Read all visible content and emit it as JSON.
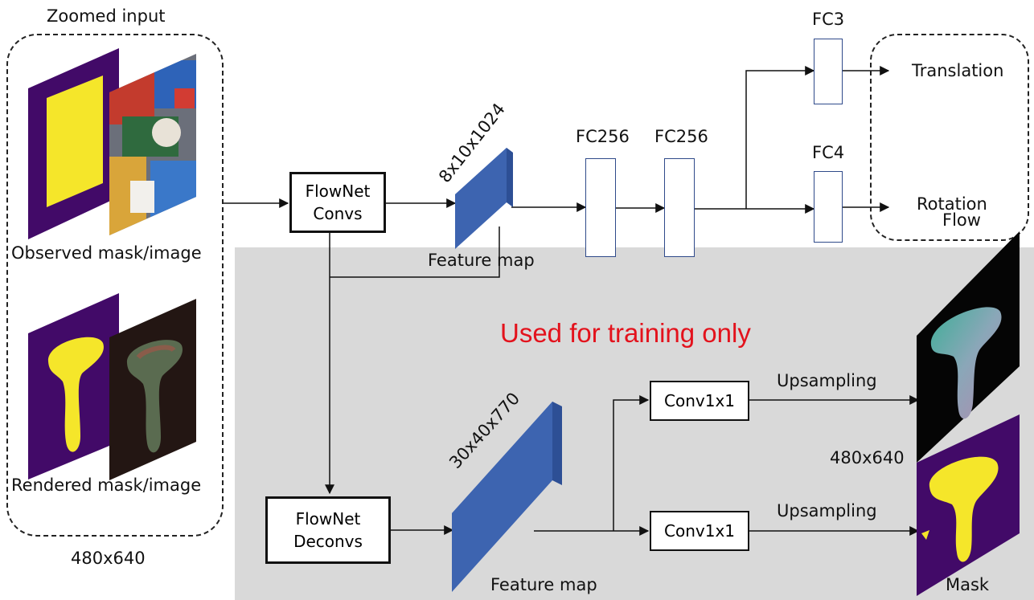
{
  "input": {
    "title": "Zoomed input",
    "observed_label": "Observed mask/image",
    "rendered_label": "Rendered mask/image",
    "resolution": "480x640"
  },
  "encoder": {
    "line1": "FlowNet",
    "line2": "Convs"
  },
  "decoder": {
    "line1": "FlowNet",
    "line2": "Deconvs"
  },
  "feature_top": {
    "dims": "8x10x1024",
    "label": "Feature map"
  },
  "feature_bottom": {
    "dims": "30x40x770",
    "label": "Feature map"
  },
  "fc": {
    "fc256_a": "FC256",
    "fc256_b": "FC256",
    "fc3": "FC3",
    "fc4": "FC4"
  },
  "outputs": {
    "translation": "Translation",
    "rotation": "Rotation"
  },
  "training_note": "Used for training only",
  "heads": {
    "conv_top": "Conv1x1",
    "conv_bottom": "Conv1x1",
    "up_top": "Upsampling",
    "up_bottom": "Upsampling",
    "out_res": "480x640",
    "flow": "Flow",
    "mask": "Mask"
  },
  "colors": {
    "purple": "#420a68",
    "yellow": "#f5e62a",
    "feature_blue": "#3d64b0",
    "note_red": "#e3121c",
    "gray_region": "#d9d9d9"
  }
}
